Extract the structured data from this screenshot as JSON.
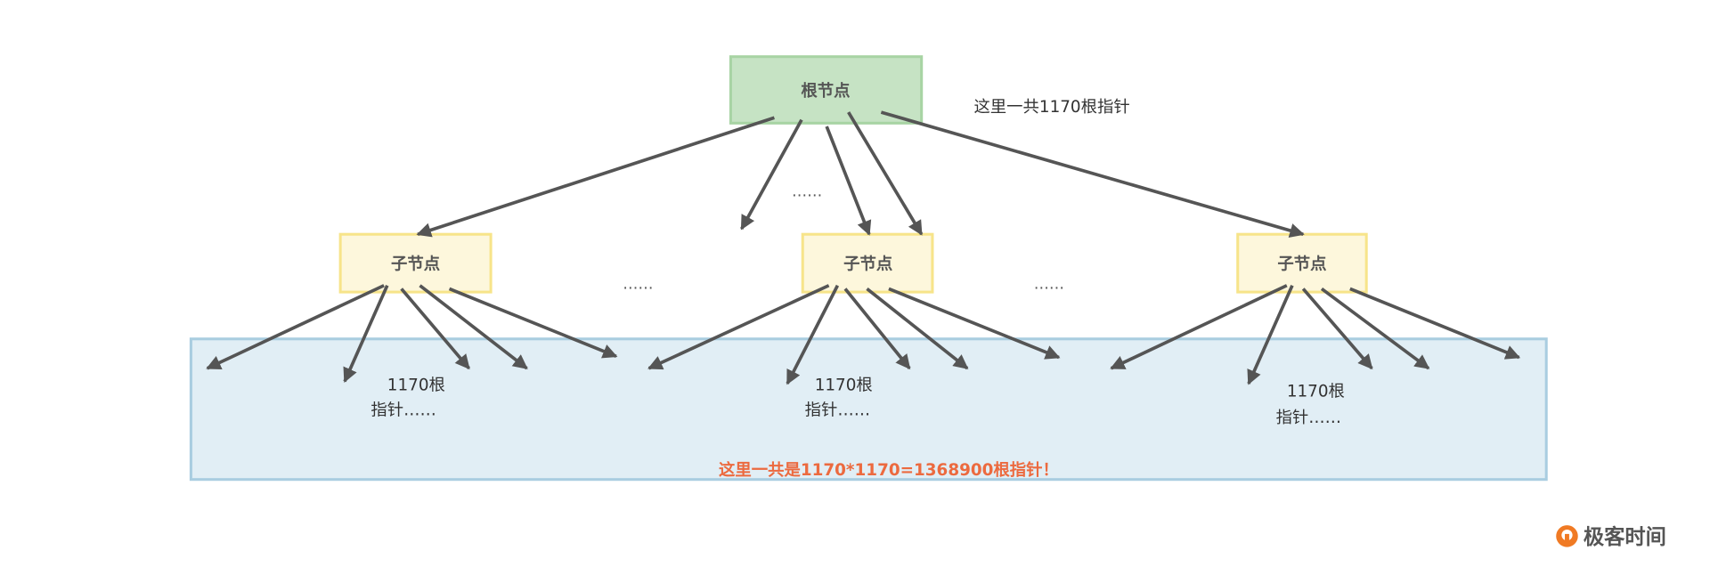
{
  "diagram": {
    "root_node": {
      "label": "根节点",
      "fill": "#c6e3c4",
      "stroke": "#a8d4a4"
    },
    "root_note": "这里一共1170根指针",
    "root_ellipsis": "……",
    "child_nodes": [
      {
        "label": "子节点"
      },
      {
        "label": "子节点"
      },
      {
        "label": "子节点"
      }
    ],
    "child_fill": "#fdf7dc",
    "child_stroke": "#f7e48a",
    "between_ellipsis": [
      "……",
      "……"
    ],
    "leaf_area": {
      "fill": "#e1eef5",
      "stroke": "#a9cde0"
    },
    "leaf_notes": [
      {
        "line1": "1170根",
        "line2": "指针……"
      },
      {
        "line1": "1170根",
        "line2": "指针……"
      },
      {
        "line1": "1170根",
        "line2": "指针……"
      }
    ],
    "total_note": "这里一共是1170*1170=1368900根指针！",
    "total_color": "#ec6a3f",
    "arrow_color": "#555555"
  },
  "logo": {
    "text": "极客时间",
    "color": "#f07a24"
  }
}
